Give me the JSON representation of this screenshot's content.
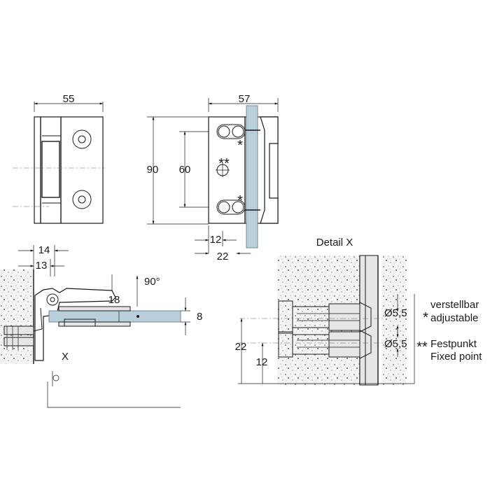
{
  "colors": {
    "glass": "#b9cfdc",
    "line": "#1a1a1a",
    "background": "#ffffff"
  },
  "front_view": {
    "width_label": "55"
  },
  "side_view": {
    "width_label": "57",
    "height_label": "90",
    "hole_spacing_label": "60",
    "offset_label": "12",
    "glass_offset_label": "22",
    "adjustable_mark_top": "*",
    "adjustable_mark_bottom": "*",
    "fixed_mark": "**"
  },
  "top_view": {
    "dim_14": "14",
    "dim_13": "13",
    "dim_18": "18",
    "dim_8": "8",
    "angle_label": "90°",
    "detail_callout": "X"
  },
  "detail_x": {
    "title": "Detail X",
    "dim_22": "22",
    "dim_12": "12",
    "diameter_top": "Ø5,5",
    "diameter_bottom": "Ø5,5",
    "legend_single_mark": "*",
    "legend_double_mark": "**",
    "legend_adjustable_de": "verstellbar",
    "legend_adjustable_en": "adjustable",
    "legend_fixed_de": "Festpunkt",
    "legend_fixed_en": "Fixed point"
  }
}
